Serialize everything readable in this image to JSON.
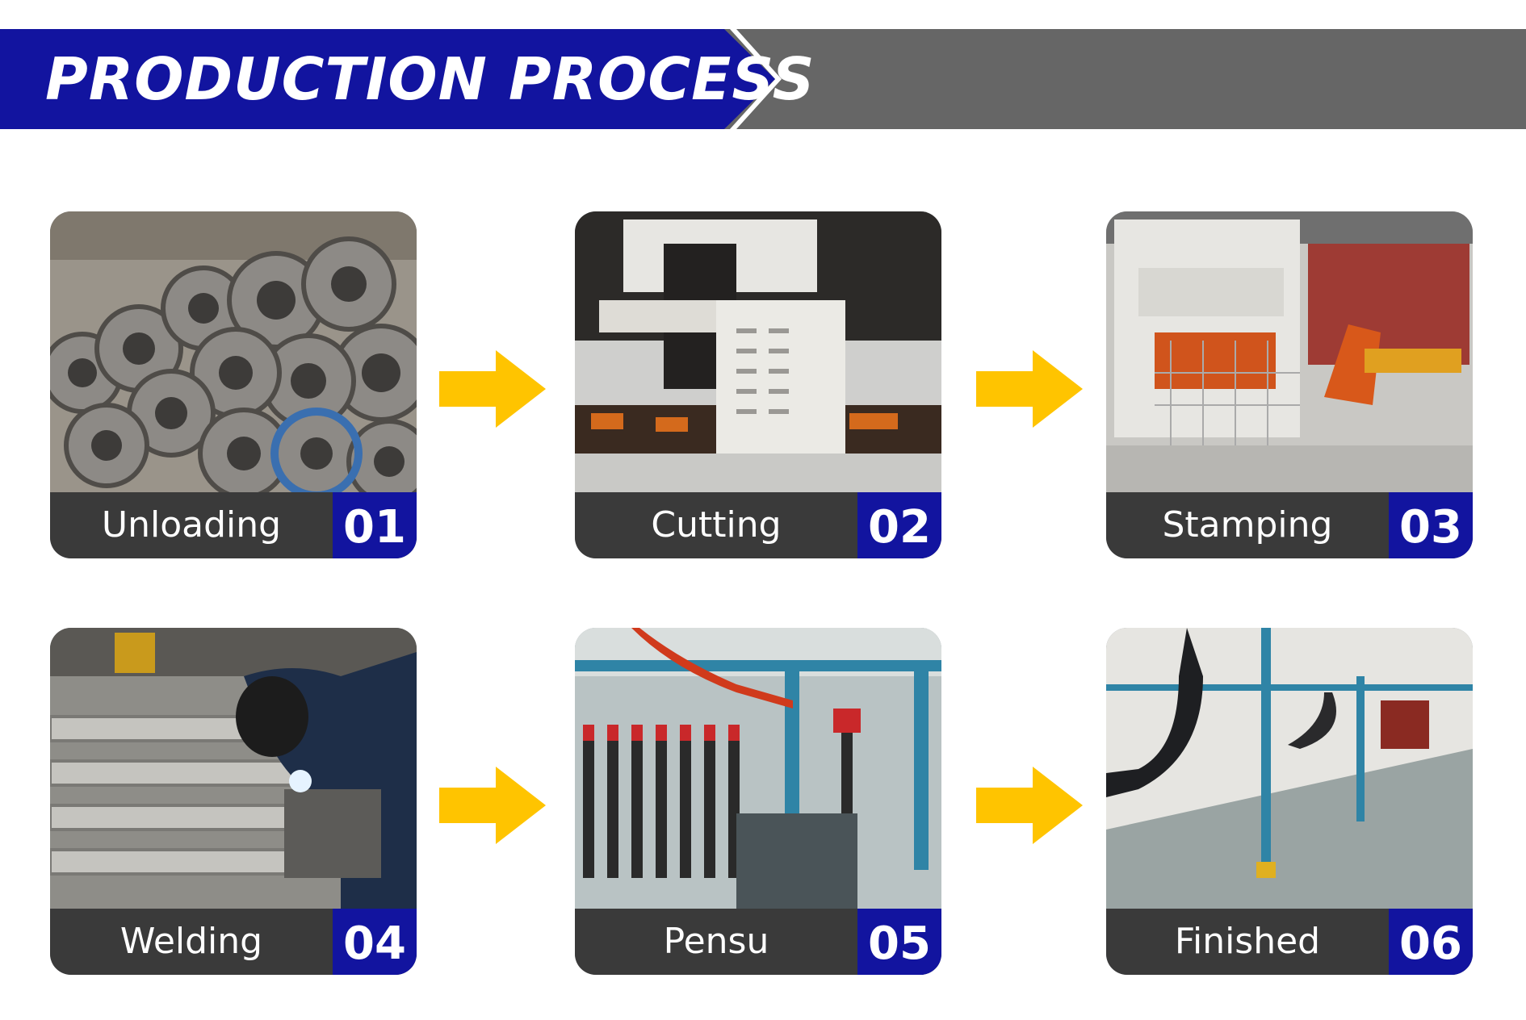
{
  "header": {
    "title": "PRODUCTION PROCESS"
  },
  "steps": [
    {
      "label": "Unloading",
      "number": "01"
    },
    {
      "label": "Cutting",
      "number": "02"
    },
    {
      "label": "Stamping",
      "number": "03"
    },
    {
      "label": "Welding",
      "number": "04"
    },
    {
      "label": "Pensu",
      "number": "05"
    },
    {
      "label": "Finished",
      "number": "06"
    }
  ],
  "colors": {
    "brand_blue": "#12149f",
    "banner_gray": "#666666",
    "arrow_yellow": "#ffc400",
    "label_bg": "#3a3a3a"
  },
  "icons": {
    "arrow": "arrow-right-icon"
  }
}
